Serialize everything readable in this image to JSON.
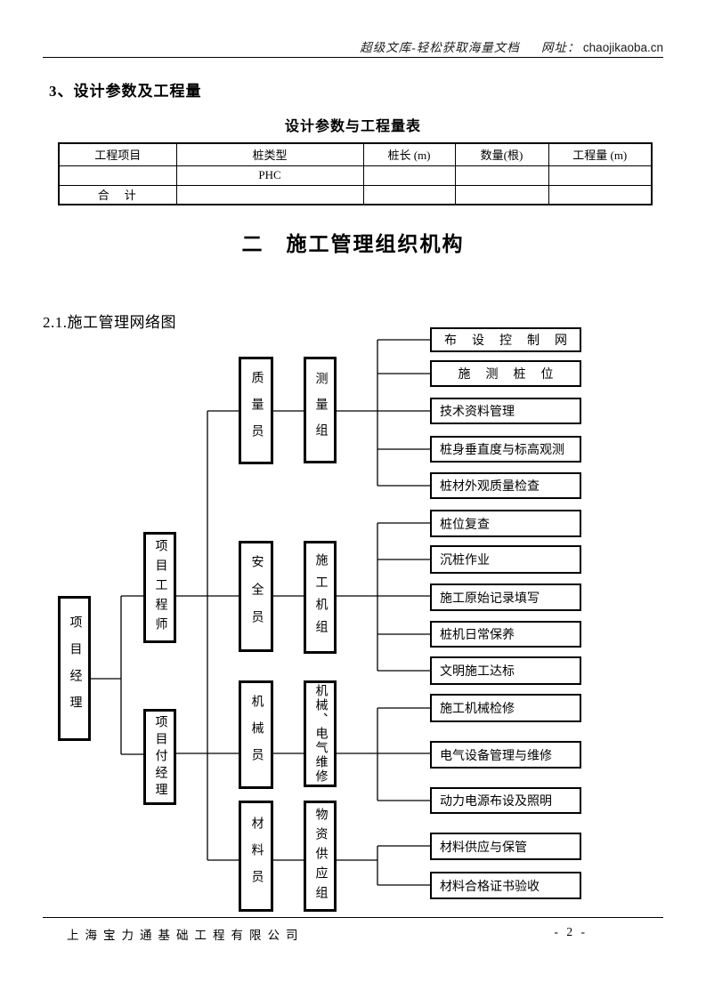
{
  "header": {
    "tagline": "超级文库-轻松获取海量文档",
    "url_label": "网址：",
    "url": "chaojikaoba.cn"
  },
  "section": {
    "heading": "3、设计参数及工程量",
    "table_title": "设计参数与工程量表"
  },
  "table": {
    "headers": [
      "工程项目",
      "桩类型",
      "桩长 (m)",
      "数量(根)",
      "工程量 (m)"
    ],
    "rows": [
      [
        "",
        "PHC",
        "",
        "",
        ""
      ],
      [
        "合　计",
        "",
        "",
        "",
        ""
      ]
    ]
  },
  "chapter_title": "二　施工管理组织机构",
  "subsection_heading": "2.1.施工管理网络图",
  "diagram": {
    "root": "项目经理",
    "managers": [
      "项目工程师",
      "项目付经理"
    ],
    "officers": [
      "质量员",
      "安全员",
      "机械员",
      "材料员"
    ],
    "groups": [
      "测量组",
      "施工机组",
      "机械、电气维修",
      "物资供应组"
    ],
    "tasks": [
      "布设控制网",
      "施测桩位",
      "技术资料管理",
      "桩身垂直度与标高观测",
      "桩材外观质量检查",
      "桩位复查",
      "沉桩作业",
      "施工原始记录填写",
      "桩机日常保养",
      "文明施工达标",
      "施工机械检修",
      "电气设备管理与维修",
      "动力电源布设及照明",
      "材料供应与保管",
      "材料合格证书验收"
    ]
  },
  "footer": {
    "company": "上海宝力通基础工程有限公司",
    "page_number": "- 2 -"
  }
}
